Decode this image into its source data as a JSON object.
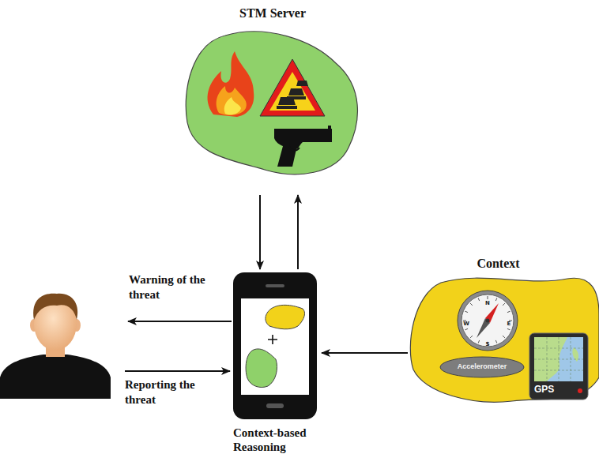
{
  "diagram": {
    "nodes": [
      {
        "text": [
          "STM Server"
        ]
      },
      {
        "text": [
          "Context-based Reasoning"
        ]
      },
      {
        "text": [
          "Context"
        ]
      },
      {
        "text": [
          "Accelerometer"
        ],
        "in": 2
      },
      {
        "text": [
          "GPS"
        ],
        "in": 2
      }
    ],
    "edges": [
      {
        "from": 1,
        "to": 0,
        "arrow": "to"
      },
      {
        "from": 0,
        "to": 1,
        "arrow": "to"
      },
      {
        "from": 2,
        "to": 1,
        "arrow": "to"
      }
    ],
    "labels": [
      "Warning of the threat",
      "Reporting the threat",
      "N",
      "E",
      "S",
      "W"
    ]
  }
}
